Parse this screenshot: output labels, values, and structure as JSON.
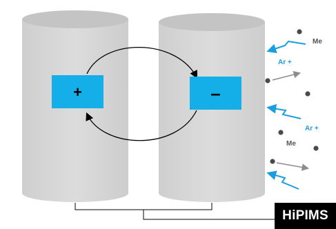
{
  "electrodes": {
    "left_sign": "+",
    "right_sign": "–"
  },
  "labels": {
    "me_top": "Me",
    "ar_top": "Ar +",
    "ar_mid": "Ar +",
    "me_mid": "Me",
    "hipims": "HiPIMS"
  },
  "colors": {
    "cylinder": "#d6d6d6",
    "cylinder_top": "#c8c8c8",
    "electrode": "#14aee8",
    "ion_bolt": "#1a9ee0",
    "particle": "#4a4a4a",
    "trajectory_arrow": "#8c8c8c",
    "supply_box": "#000000"
  }
}
